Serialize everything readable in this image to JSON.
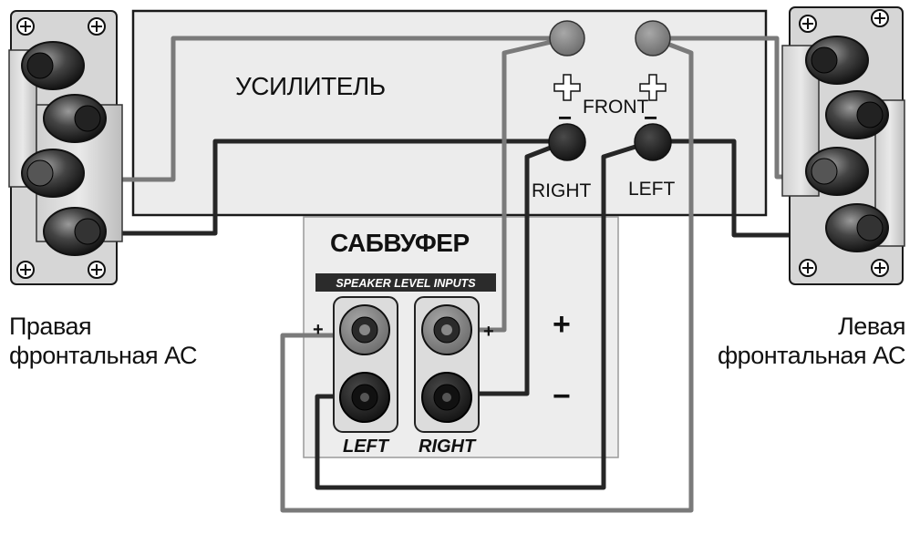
{
  "amplifier": {
    "title": "УСИЛИТЕЛЬ",
    "front_label": "FRONT",
    "right_label": "RIGHT",
    "left_label": "LEFT",
    "plus_symbol": "+",
    "minus_symbol": "−"
  },
  "subwoofer": {
    "title": "САБВУФЕР",
    "inputs_label": "SPEAKER LEVEL INPUTS",
    "left_label": "LEFT",
    "right_label": "RIGHT",
    "plus_symbol": "+",
    "minus_symbol": "−"
  },
  "speakers": {
    "right_caption_line1": "Правая",
    "right_caption_line2": "фронтальная АС",
    "left_caption_line1": "Левая",
    "left_caption_line2": "фронтальная АС"
  },
  "colors": {
    "panel_fill": "#ececec",
    "outline": "#1a1a1a",
    "wire_gray": "#7a7a7a",
    "wire_dark": "#262626",
    "label_bar": "#2b2b2b"
  }
}
